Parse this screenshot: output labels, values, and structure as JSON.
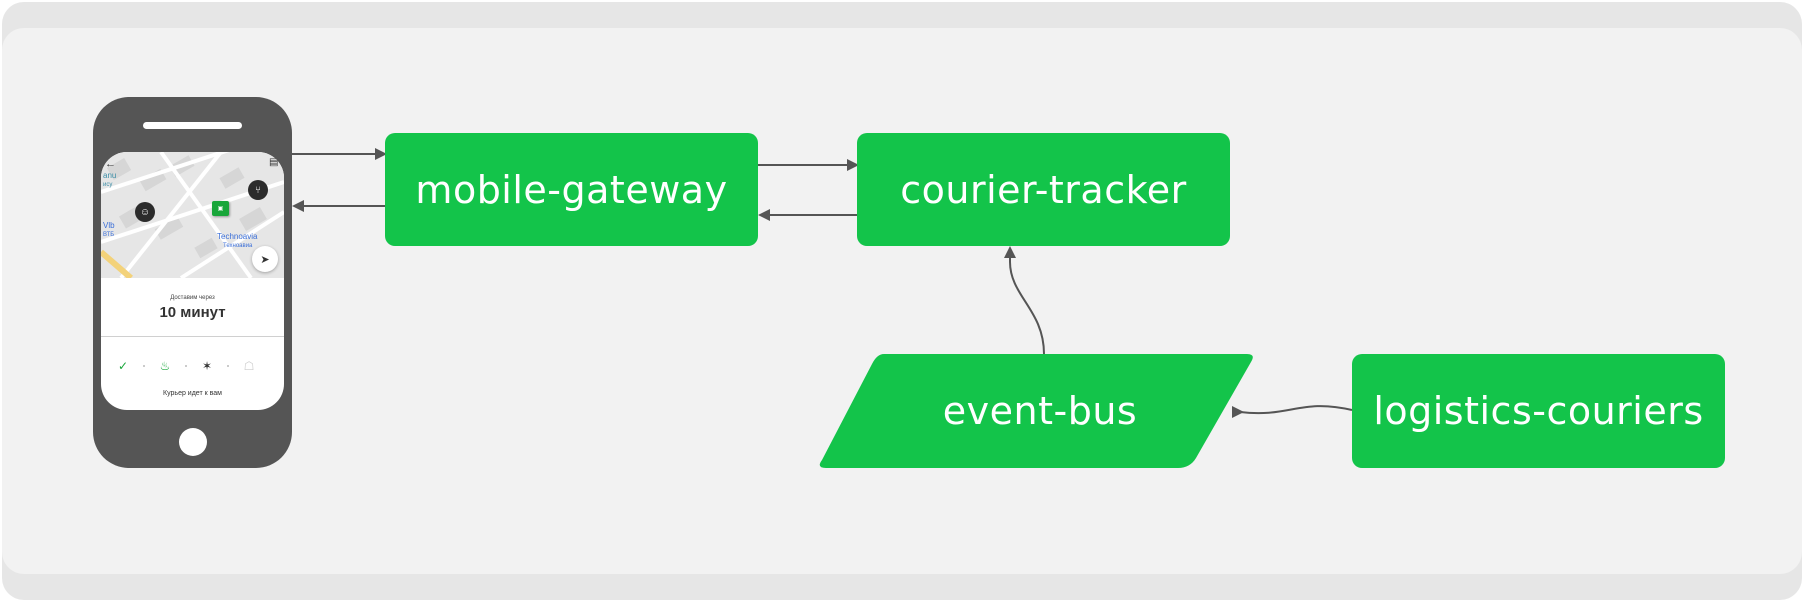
{
  "nodes": {
    "mobile_gateway": "mobile-gateway",
    "courier_tracker": "courier-tracker",
    "event_bus": "event-bus",
    "logistics_couriers": "logistics-couriers"
  },
  "phone": {
    "eta_caption": "Доставим через",
    "eta_value": "10 минут",
    "status_text": "Курьер идет к вам",
    "map_labels": {
      "technoavia": "Technoavia",
      "technoavia_ru": "Техноавиа",
      "left_top": "anu",
      "left_top2": "ису",
      "left_mid": "Vlb",
      "left_mid2": "ВТБ"
    },
    "icons": {
      "back": "back-arrow-icon",
      "menu": "document-icon",
      "person_pin": "person-pin-icon",
      "restaurant_pin": "restaurant-pin-icon",
      "navigate": "navigation-arrow-icon",
      "courier": "courier-box-icon",
      "step_done": "checkmark-icon",
      "step_cooking": "cooking-icon",
      "step_walking": "walking-courier-icon",
      "step_delivered": "delivered-icon"
    }
  },
  "colors": {
    "node_fill": "#13c44a",
    "node_text": "#ffffff",
    "arrow": "#555555",
    "canvas": "#f2f2f2",
    "phone_body": "#555555"
  }
}
